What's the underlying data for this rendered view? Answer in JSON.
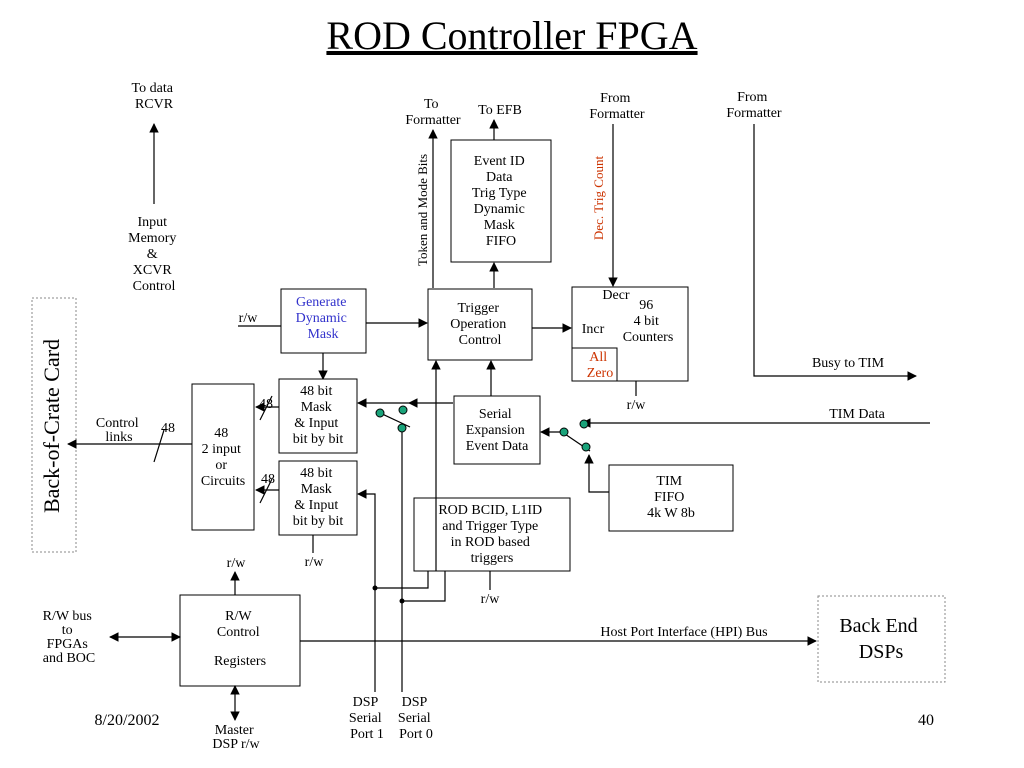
{
  "slide": {
    "title": "ROD Controller FPGA",
    "date": "8/20/2002",
    "page_number": "40"
  },
  "back_of_crate": "Back-of-Crate Card",
  "back_end_dsps": [
    "Back End",
    "DSPs"
  ],
  "to_data_rcvr": [
    "To data",
    "RCVR"
  ],
  "input_memory": [
    "Input",
    "Memory",
    "&",
    "XCVR",
    "Control"
  ],
  "to_formatter": [
    "To",
    "Formatter"
  ],
  "to_efb": "To EFB",
  "from_formatter_1": [
    "From",
    "Formatter"
  ],
  "from_formatter_2": [
    "From",
    "Formatter"
  ],
  "token_mode_bits": "Token and Mode Bits",
  "dec_trig_count": "Dec. Trig Count",
  "event_fifo": [
    "Event ID",
    "Data",
    "Trig Type",
    "Dynamic",
    "Mask",
    "FIFO"
  ],
  "generate_mask": [
    "Generate",
    "Dynamic",
    "Mask"
  ],
  "trigger_op": [
    "Trigger",
    "Operation",
    "Control"
  ],
  "counters": {
    "decr": "Decr",
    "incr": "Incr",
    "main": [
      "96",
      "4 bit",
      "Counters"
    ],
    "all_zero": [
      "All",
      "Zero"
    ]
  },
  "busy_to_tim": "Busy to TIM",
  "tim_data": "TIM Data",
  "mask_1": [
    "48 bit",
    "Mask",
    "& Input",
    "bit by bit"
  ],
  "mask_2": [
    "48 bit",
    "Mask",
    "& Input",
    "bit by bit"
  ],
  "or_circuits": [
    "48",
    "2 input",
    "or",
    "Circuits"
  ],
  "control_links": [
    "Control",
    "links"
  ],
  "bus_width": "48",
  "serial_expansion": [
    "Serial",
    "Expansion",
    "Event Data"
  ],
  "tim_fifo": [
    "TIM",
    "FIFO",
    "4k W 8b"
  ],
  "rod_bcid": [
    "ROD BCID, L1ID",
    "and Trigger Type",
    "in ROD based",
    "triggers"
  ],
  "rw": "r/w",
  "rw_bus": [
    "R/W bus",
    "to",
    "FPGAs",
    "and BOC"
  ],
  "rw_control": [
    "R/W",
    "Control",
    "",
    "Registers"
  ],
  "master_dsp": [
    "Master",
    "DSP r/w"
  ],
  "host_port": "Host Port Interface (HPI) Bus",
  "dsp_port_1": [
    "DSP",
    "Serial",
    "Port 1"
  ],
  "dsp_port_0": [
    "DSP",
    "Serial",
    "Port 0"
  ],
  "colors": {
    "blue_text": "#3333cc",
    "red_text": "#cc3300",
    "green_switch": "#1aa37a",
    "dotted_border": "#888888"
  }
}
